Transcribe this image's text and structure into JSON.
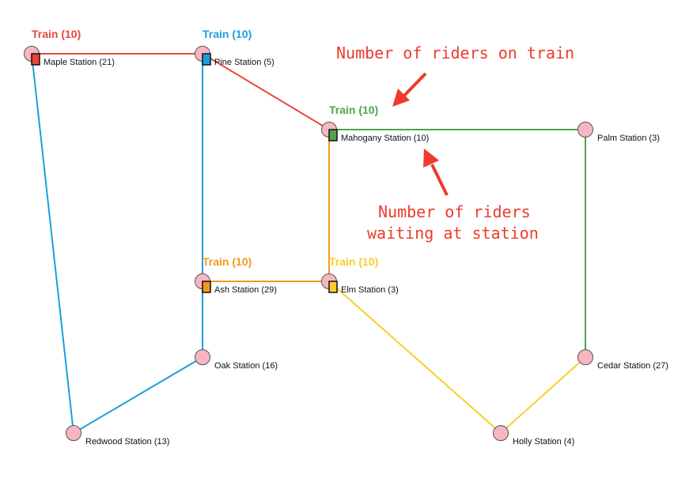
{
  "colors": {
    "red": "#e8473c",
    "blue": "#1a9fdc",
    "green": "#4ea646",
    "orange": "#f29a1a",
    "yellow": "#f5cf2a",
    "node": "#f7b6c2",
    "annotation": "#ee3b2a"
  },
  "stations": [
    {
      "id": "maple",
      "label": "Maple Station (21)"
    },
    {
      "id": "pine",
      "label": "Pine Station (5)"
    },
    {
      "id": "mahogany",
      "label": "Mahogany Station (10)"
    },
    {
      "id": "palm",
      "label": "Palm Station (3)"
    },
    {
      "id": "ash",
      "label": "Ash Station (29)"
    },
    {
      "id": "elm",
      "label": "Elm Station (3)"
    },
    {
      "id": "oak",
      "label": "Oak Station (16)"
    },
    {
      "id": "cedar",
      "label": "Cedar Station (27)"
    },
    {
      "id": "redwood",
      "label": "Redwood Station (13)"
    },
    {
      "id": "holly",
      "label": "Holly Station (4)"
    }
  ],
  "lines": [
    {
      "color": "red",
      "stations": [
        "maple",
        "pine",
        "mahogany"
      ]
    },
    {
      "color": "blue",
      "stations": [
        "pine",
        "ash",
        "oak",
        "redwood",
        "maple"
      ]
    },
    {
      "color": "green",
      "stations": [
        "mahogany",
        "palm",
        "cedar"
      ]
    },
    {
      "color": "orange",
      "stations": [
        "mahogany",
        "elm",
        "ash"
      ]
    },
    {
      "color": "yellow",
      "stations": [
        "elm",
        "holly",
        "cedar"
      ]
    }
  ],
  "trains": [
    {
      "color": "red",
      "label": "Train (10)",
      "station": "maple"
    },
    {
      "color": "blue",
      "label": "Train (10)",
      "station": "pine"
    },
    {
      "color": "green",
      "label": "Train (10)",
      "station": "mahogany"
    },
    {
      "color": "orange",
      "label": "Train (10)",
      "station": "ash"
    },
    {
      "color": "yellow",
      "label": "Train (10)",
      "station": "elm"
    }
  ],
  "annotations": {
    "train_riders": "Number of riders on train",
    "station_riders_line1": "Number of riders",
    "station_riders_line2": "waiting at station"
  }
}
